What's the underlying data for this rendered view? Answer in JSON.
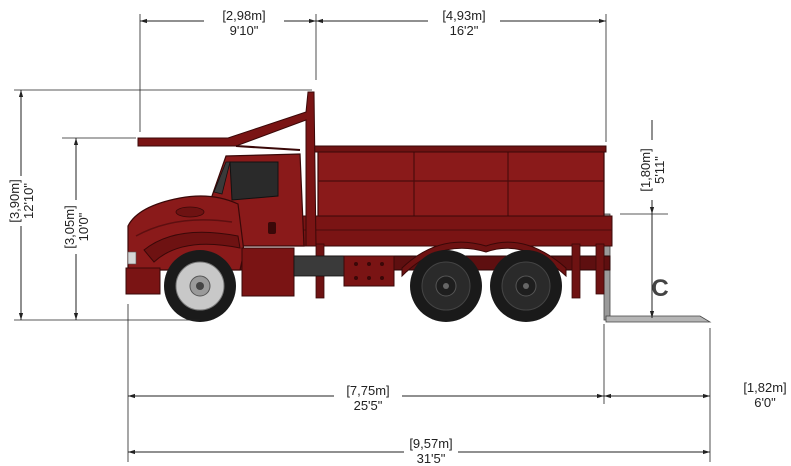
{
  "dimensions": {
    "cab_to_front": {
      "metric": "[2,98m]",
      "imperial": "9'10\""
    },
    "body_length": {
      "metric": "[4,93m]",
      "imperial": "16'2\""
    },
    "overall_height": {
      "metric": "[3,90m]",
      "imperial": "12'10\""
    },
    "cab_height": {
      "metric": "[3,05m]",
      "imperial": "10'0\""
    },
    "fork_height": {
      "metric": "[1,80m]",
      "imperial": "5'11\""
    },
    "wheelbase_length": {
      "metric": "[7,75m]",
      "imperial": "25'5\""
    },
    "fork_length": {
      "metric": "[1,82m]",
      "imperial": "6'0\""
    },
    "overall_length": {
      "metric": "[9,57m]",
      "imperial": "31'5\""
    }
  },
  "marker": {
    "label": "C"
  },
  "colors": {
    "truck_body": "#8a1a1a",
    "truck_dark": "#5e0f10",
    "tire": "#1a1a1a",
    "rim": "#c8c8c8"
  }
}
